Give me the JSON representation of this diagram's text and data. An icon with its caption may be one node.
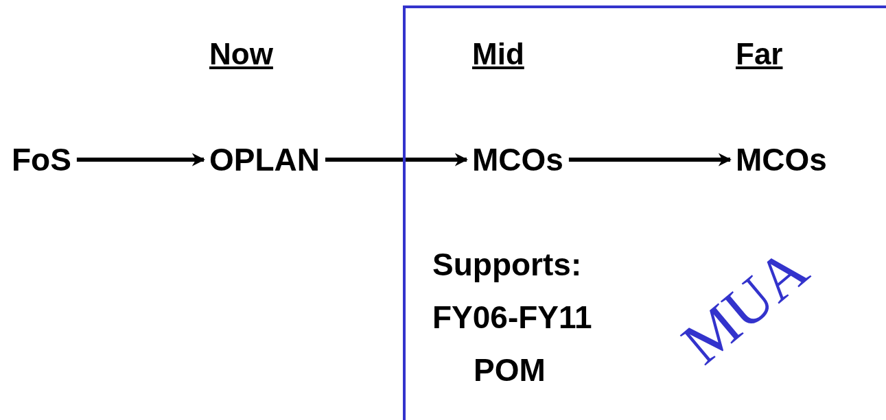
{
  "diagram": {
    "nodes": [
      {
        "text": [
          "FoS"
        ]
      },
      {
        "text": [
          "OPLAN"
        ]
      },
      {
        "text": [
          "MUA"
        ]
      },
      {
        "text": [
          "MCOs"
        ],
        "in": 2
      },
      {
        "text": [
          "MCOs"
        ],
        "in": 2
      }
    ],
    "edges": [
      {
        "from": 0,
        "to": 1,
        "arrow": "to"
      },
      {
        "from": 1,
        "to": 3,
        "arrow": "to"
      },
      {
        "from": 3,
        "to": 4,
        "arrow": "to"
      }
    ],
    "labels": [
      "Now",
      "Mid",
      "Far",
      "Supports:",
      "FY06-FY11",
      "POM"
    ]
  }
}
